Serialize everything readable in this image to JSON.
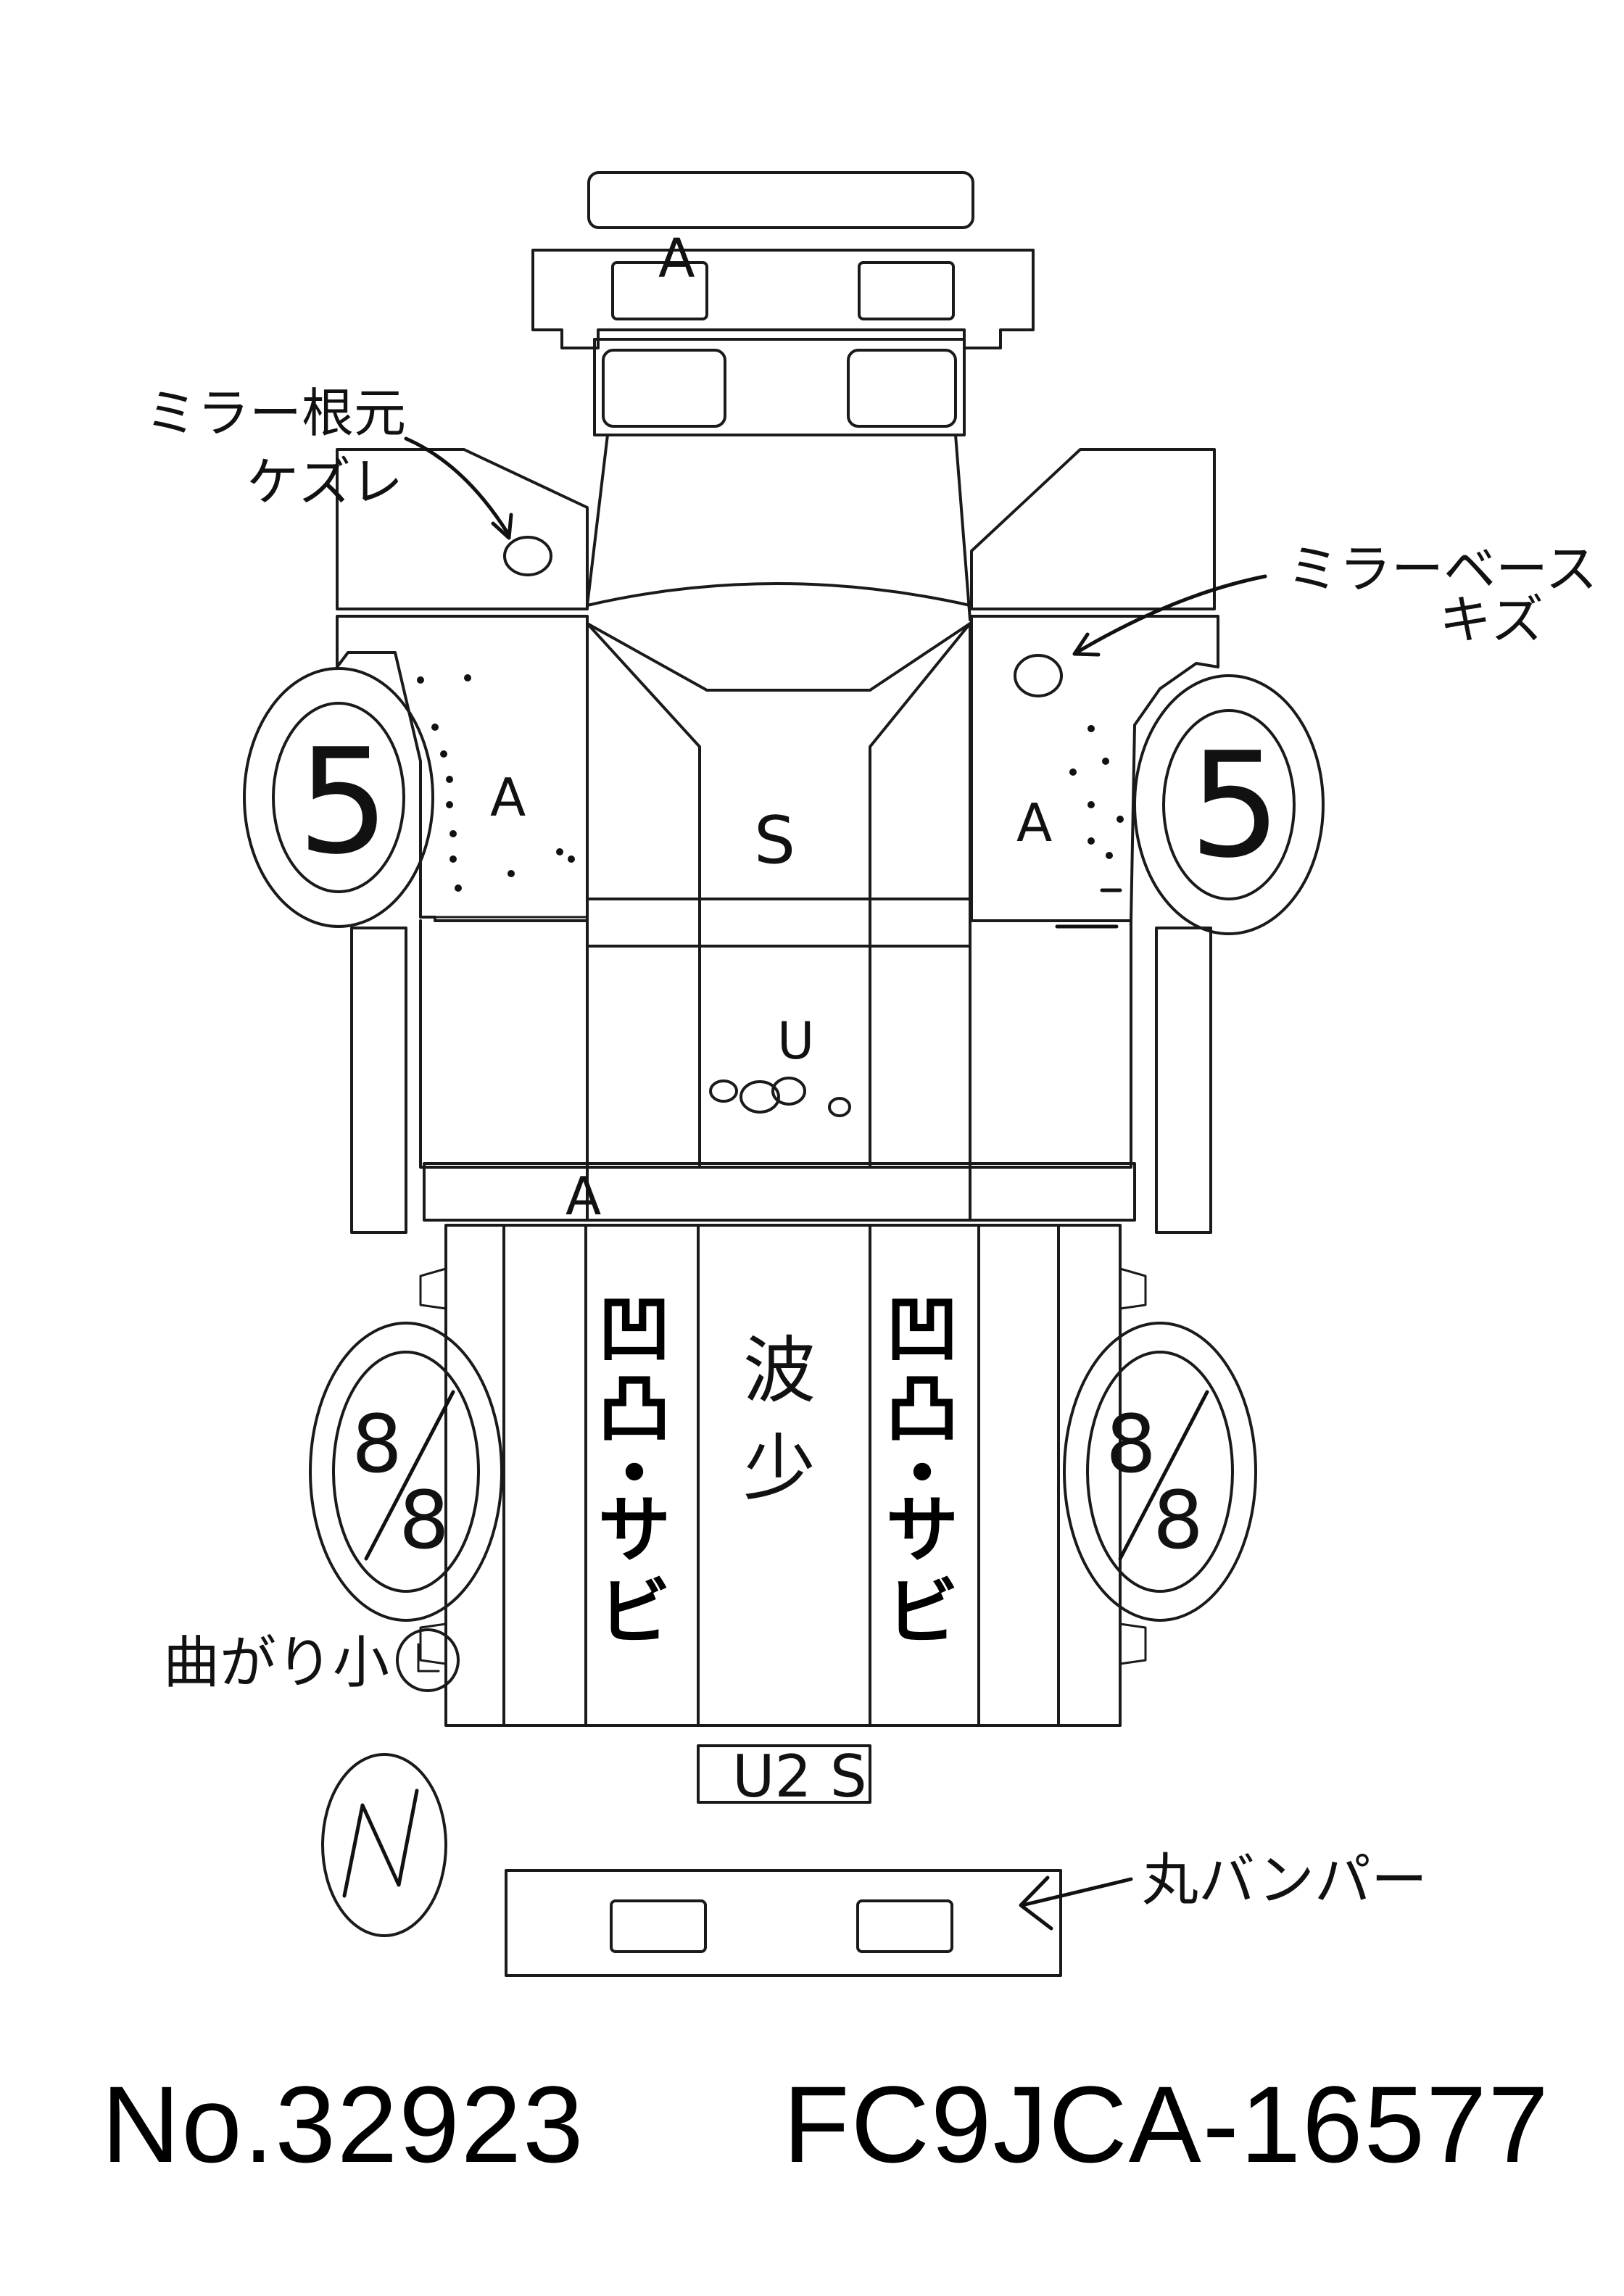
{
  "sheet": {
    "number": "No.32923",
    "chassis": "FC9JCA-16577"
  },
  "notes": {
    "mirror_root": [
      "ミラー根元",
      "ケズレ"
    ],
    "mirror_base": [
      "ミラーベース",
      "キズ"
    ],
    "bend": "曲がり小",
    "round_bumper": "丸バンパー"
  },
  "marks": {
    "front_bumper": "A",
    "cab_left": "A",
    "cab_right": "A",
    "cab_center": "S",
    "floor": "U",
    "sill": "A",
    "rear_panel": "U2 S",
    "bed_left": [
      "凹",
      "凸",
      "・",
      "サ",
      "ビ"
    ],
    "bed_right": [
      "凹",
      "凸",
      "・",
      "サ",
      "ビ"
    ],
    "bed_center": [
      "波",
      "少"
    ]
  },
  "tires": {
    "front_left": "5",
    "front_right": "5",
    "rear_left_top": "8",
    "rear_left_bottom": "8",
    "rear_right_top": "8",
    "rear_right_bottom": "8",
    "spare": "N"
  }
}
